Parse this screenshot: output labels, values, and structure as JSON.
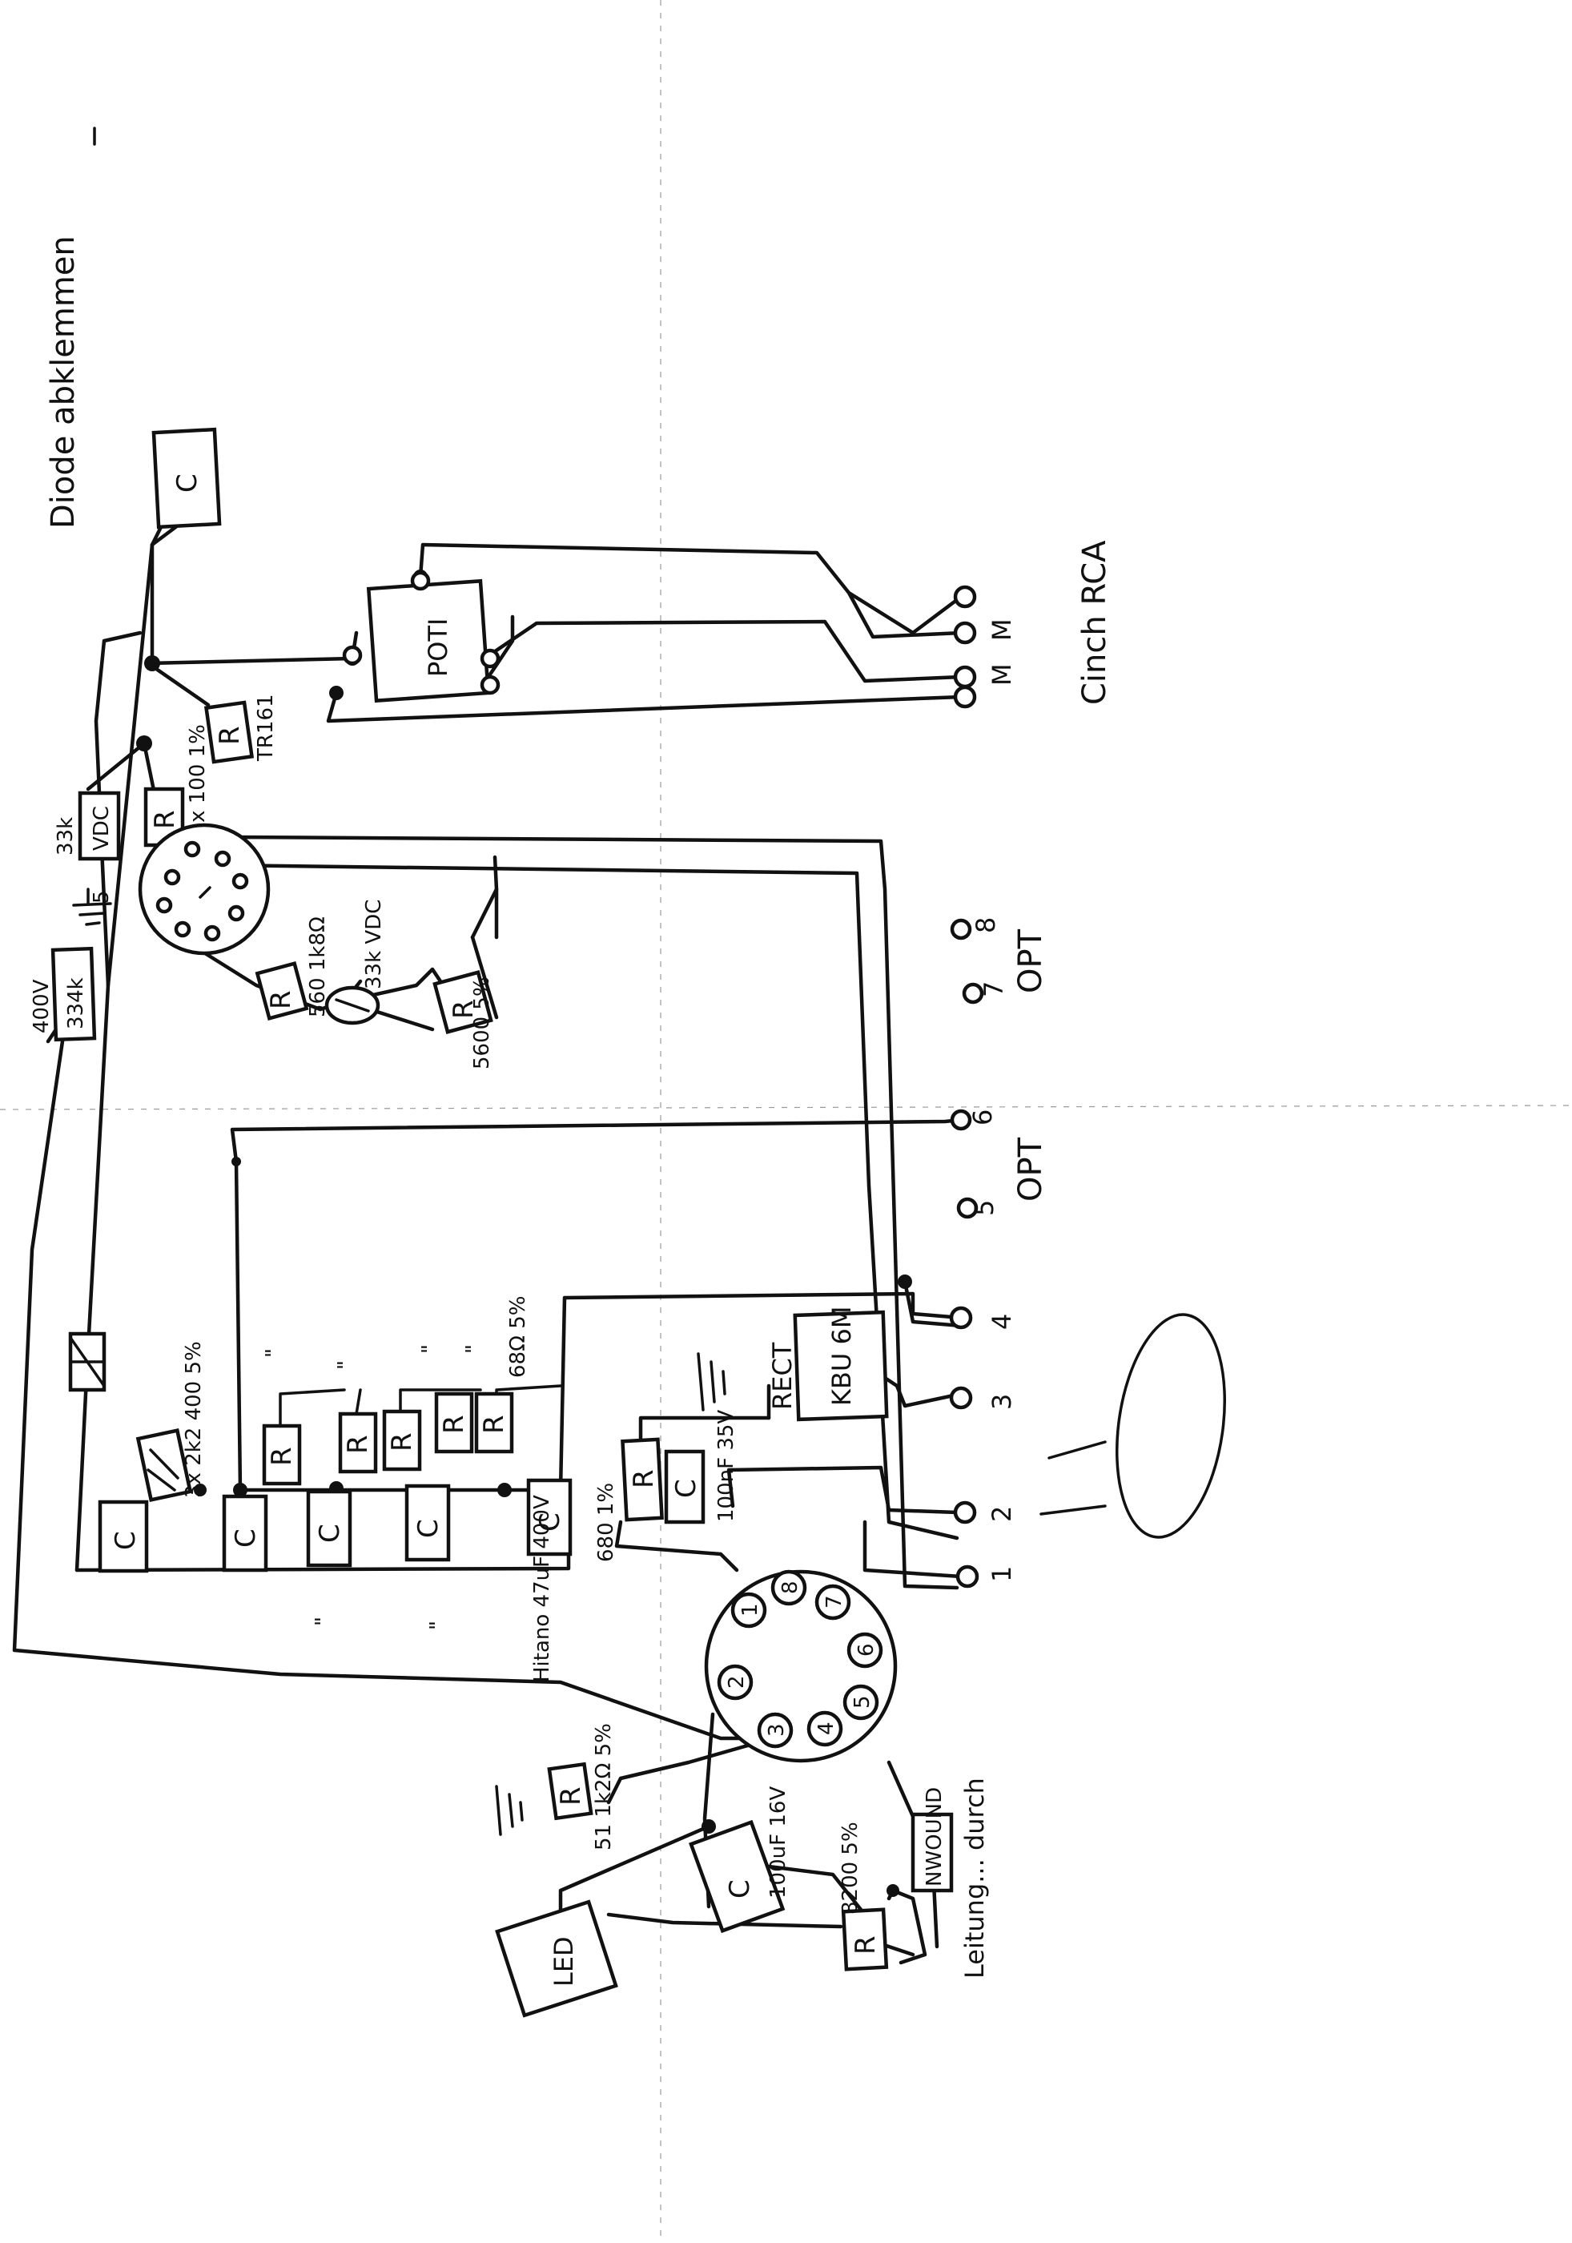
{
  "notes": {
    "diode_note": "Diode abklemmen",
    "cinch_note": "Cinch RCA",
    "leitung_note": "Leitung... durch",
    "hitano_note": "Hitano 47uF 400V"
  },
  "components": {
    "c_top": "C",
    "poti": "POTI",
    "r_tr": "R",
    "tr_label": "TR161",
    "vdc_box": "VDC",
    "vdc_value": "33k",
    "r_16": "R",
    "r_16_label": "16x 100 1%",
    "socket_mark_5": "5",
    "res_334k": "334k",
    "res_334k_volt": "400V",
    "r_5600": "R",
    "r_5600_label": "5600 5%",
    "r_node_a": "R",
    "r_node_a_label": "560 1k8Ω",
    "r_33k_label": "33k VDC",
    "c_left": "C",
    "c_bank1": "C",
    "c_bank2": "C",
    "c_bank3": "C",
    "c_bank4": "C",
    "r_bank1": "R",
    "r_bank2": "R",
    "r_bank3": "R",
    "r_bank4": "R",
    "r_bank5": "R",
    "r_bank_label": "68Ω 5%",
    "ditto_1": "\"",
    "ditto_2": "\"",
    "ditto_3": "\"",
    "ditto_4": "\"",
    "res_3x": "3x 2k2 400 5%",
    "rect_box": "KBU 6M",
    "rect_label": "RECT",
    "r_680": "R",
    "r_680_label": "680 1%",
    "c_100nf": "C",
    "c_100nf_label": "100nF 35V",
    "r_51": "R",
    "r_51_label": "51 1k2Ω 5%",
    "c_lower": "C",
    "c_lower_label": "100uF 16V",
    "r_8200": "R",
    "r_8200_label": "8200 5%",
    "nwound_box": "NWOUND",
    "led": "LED"
  },
  "terminals": {
    "t1": "1",
    "t2": "2",
    "t3": "3",
    "t4": "4",
    "t5": "5",
    "t6": "6",
    "t7": "7",
    "t8": "8",
    "opt_a": "OPT",
    "opt_b": "OPT",
    "m1": "M",
    "m2": "M"
  },
  "tube_pins": {
    "p1": "1",
    "p2": "2",
    "p3": "3",
    "p4": "4",
    "p5": "5",
    "p6": "6",
    "p7": "7",
    "p8": "8"
  }
}
